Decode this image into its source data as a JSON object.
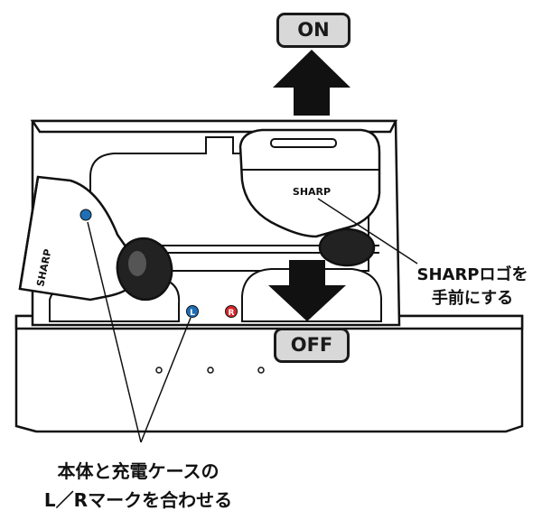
{
  "buttons": {
    "on_label": "ON",
    "off_label": "OFF"
  },
  "earbud_logo_text": "SHARP",
  "side_markers": {
    "left": "L",
    "right": "R"
  },
  "callout_logo": {
    "line1": "SHARPロゴを",
    "line2": "手前にする"
  },
  "callout_marks": {
    "line1": "本体と充電ケースの",
    "line2": "L／Rマークを合わせる"
  },
  "colors": {
    "left_marker": "#1e6fb5",
    "right_marker": "#d9262b",
    "button_fill": "#d8d8d8"
  }
}
